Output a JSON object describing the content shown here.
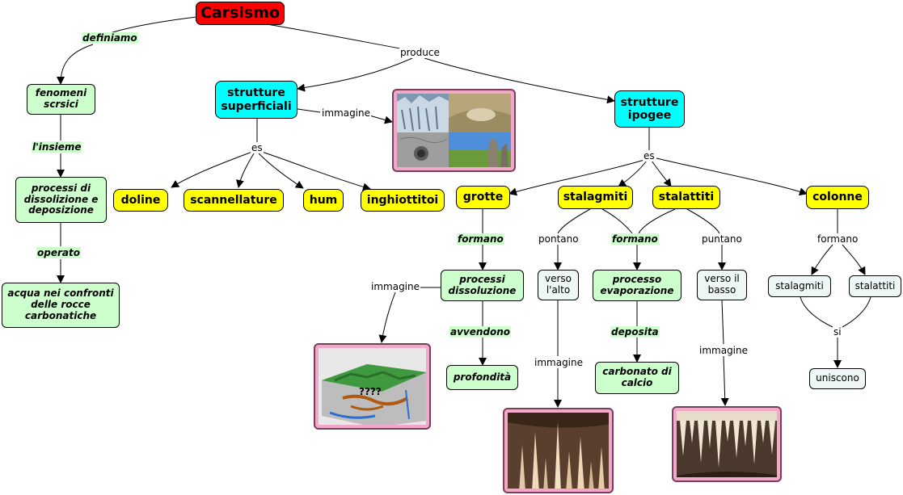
{
  "title": "Carsismo",
  "nodes": {
    "fenomeni": "fenomeni scrsici",
    "processi_dd": "processi di dissolizione e deposizione",
    "acqua": "acqua nei confronti delle rocce carbonatiche",
    "superficiali": "strutture superficiali",
    "ipogee": "strutture ipogee",
    "doline": "doline",
    "scannellature": "scannellature",
    "hum": "hum",
    "inghiottitoi": "inghiottitoi",
    "grotte": "grotte",
    "stalagmiti": "stalagmiti",
    "stalattiti": "stalattiti",
    "colonne": "colonne",
    "processi_diss": "processi dissoluzione",
    "profondita": "profondità",
    "verso_alto": "verso l'alto",
    "processo_evap": "processo evaporazione",
    "carbonato": "carbonato di calcio",
    "verso_basso": "verso il basso",
    "stalagmiti2": "stalagmiti",
    "stalattiti2": "stalattiti",
    "uniscono": "uniscono"
  },
  "links": {
    "definiamo": "definiamo",
    "insieme": "l'insieme",
    "operato": "operato",
    "produce": "produce",
    "immagine_sup": "immagine",
    "es_sup": "es",
    "es_ipo": "es",
    "formano_grotte": "formano",
    "immagine_grotte": "immagine",
    "avvendono": "avvendono",
    "pontano": "pontano",
    "immagine_stalagmiti": "immagine",
    "formano_stal": "formano",
    "deposita": "deposita",
    "puntano": "puntano",
    "immagine_stalattiti": "immagine",
    "formano_colonne": "formano",
    "si": "si"
  },
  "image_caption": "????",
  "colors": {
    "title_box": "#ff0000",
    "cyan_box": "#00ffff",
    "yellow_box": "#ffff00",
    "green_box": "#ccffcc",
    "pale_box": "#eef6f6",
    "image_frame": "#f2a8c8"
  }
}
